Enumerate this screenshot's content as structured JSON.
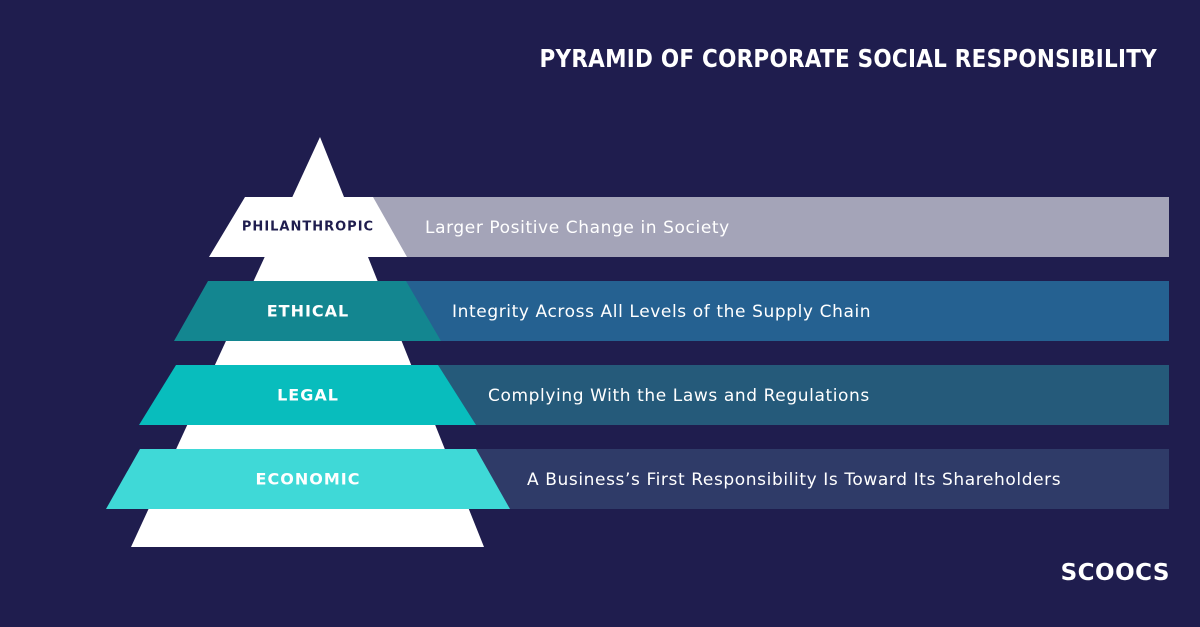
{
  "title": "PYRAMID OF CORPORATE SOCIAL RESPONSIBILITY",
  "colors": {
    "background": "#1f1d4e",
    "pyramid": "#ffffff"
  },
  "levels": [
    {
      "label": "PHILANTHROPIC",
      "description": "Larger Positive Change in Society",
      "band_color": "#ffffff",
      "label_color": "#1f1d4e",
      "bar_color": "#a4a4b8"
    },
    {
      "label": "ETHICAL",
      "description": "Integrity Across All Levels of the Supply Chain",
      "band_color": "#138690",
      "label_color": "#ffffff",
      "bar_color": "#256191"
    },
    {
      "label": "LEGAL",
      "description": "Complying With the Laws and Regulations",
      "band_color": "#08bdbd",
      "label_color": "#ffffff",
      "bar_color": "#255a7a"
    },
    {
      "label": "ECONOMIC",
      "description": "A Business’s First Responsibility Is Toward Its Shareholders",
      "band_color": "#3fd9d7",
      "label_color": "#ffffff",
      "bar_color": "#2f3b68"
    }
  ],
  "logo": "SCOOCS"
}
